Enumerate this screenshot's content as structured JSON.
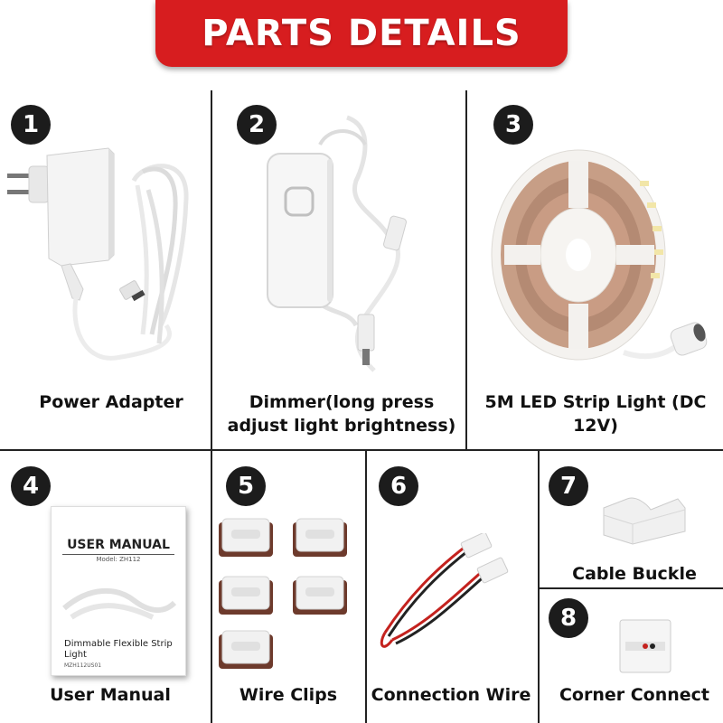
{
  "header": {
    "title": "PARTS DETAILS"
  },
  "items": [
    {
      "number": "1",
      "label": "Power Adapter",
      "icon": "power-adapter-icon"
    },
    {
      "number": "2",
      "label": "Dimmer(long press adjust light brightness)",
      "icon": "dimmer-icon"
    },
    {
      "number": "3",
      "label": "5M LED Strip Light (DC 12V)",
      "icon": "led-strip-reel-icon"
    },
    {
      "number": "4",
      "label": "User Manual",
      "icon": "user-manual-icon"
    },
    {
      "number": "5",
      "label": "Wire Clips",
      "icon": "wire-clips-icon"
    },
    {
      "number": "6",
      "label": "Connection Wire",
      "icon": "connection-wire-icon"
    },
    {
      "number": "7",
      "label": "Cable Buckle",
      "icon": "cable-buckle-icon"
    },
    {
      "number": "8",
      "label": "Corner Connect",
      "icon": "corner-connector-icon"
    }
  ],
  "manual": {
    "title": "USER MANUAL",
    "model": "Model: ZH112",
    "product": "Dimmable Flexible Strip Light",
    "code": "MZH112US01"
  },
  "colors": {
    "banner": "#d71d1f",
    "badge": "#1c1c1c",
    "divider": "#222222"
  }
}
